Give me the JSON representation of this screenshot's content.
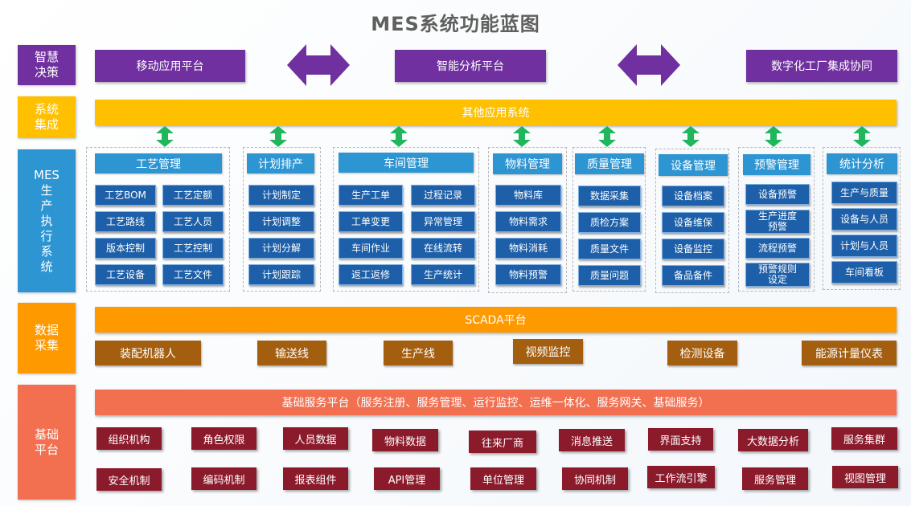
{
  "title": "MES系统功能蓝图",
  "layers": {
    "decision": "智慧\n决策",
    "integration": "系统\n集成",
    "mes": "MES\n生\n产\n执\n行\n系\n统",
    "data": "数据\n采集",
    "base": "基础\n平台"
  },
  "decision_platforms": [
    "移动应用平台",
    "智能分析平台",
    "数字化工厂集成协同"
  ],
  "integration_bar": "其他应用系统",
  "mes_modules": [
    {
      "name": "工艺管理",
      "items": [
        "工艺BOM",
        "工艺定额",
        "工艺路线",
        "工艺人员",
        "版本控制",
        "工艺控制",
        "工艺设备",
        "工艺文件"
      ]
    },
    {
      "name": "计划排产",
      "items": [
        "计划制定",
        "计划调整",
        "计划分解",
        "计划跟踪"
      ]
    },
    {
      "name": "车间管理",
      "items": [
        "生产工单",
        "过程记录",
        "工单变更",
        "异常管理",
        "车间作业",
        "在线流转",
        "返工返修",
        "生产统计"
      ]
    },
    {
      "name": "物料管理",
      "items": [
        "物料库",
        "物料需求",
        "物料消耗",
        "物料预警"
      ]
    },
    {
      "name": "质量管理",
      "items": [
        "数据采集",
        "质检方案",
        "质量文件",
        "质量问题"
      ]
    },
    {
      "name": "设备管理",
      "items": [
        "设备档案",
        "设备维保",
        "设备监控",
        "备品备件"
      ]
    },
    {
      "name": "预警管理",
      "items": [
        "设备预警",
        "生产进度\n预警",
        "流程预警",
        "预警规则\n设定"
      ]
    },
    {
      "name": "统计分析",
      "items": [
        "生产与质量",
        "设备与人员",
        "计划与人员",
        "车间看板"
      ]
    }
  ],
  "scada": "SCADA平台",
  "devices": [
    "装配机器人",
    "输送线",
    "生产线",
    "视频监控",
    "检测设备",
    "能源计量仪表"
  ],
  "base_bar": "基础服务平台（服务注册、服务管理、运行监控、运维一体化、服务网关、基础服务）",
  "base_row1": [
    "组织机构",
    "角色权限",
    "人员数据",
    "物料数据",
    "往来厂商",
    "消息推送",
    "界面支持",
    "大数据分析",
    "服务集群"
  ],
  "base_row2": [
    "安全机制",
    "编码机制",
    "报表组件",
    "API管理",
    "单位管理",
    "协同机制",
    "工作流引擎",
    "服务管理",
    "视图管理"
  ],
  "colors": {
    "purple": "#7030a0",
    "gold": "#ffc000",
    "blue": "#2e95d3",
    "dark_blue": "#1d5fa8",
    "orange": "#ff9900",
    "brown": "#a45e0f",
    "salmon": "#f26f50",
    "red": "#8b1a2b",
    "green": "#1fb65c"
  }
}
